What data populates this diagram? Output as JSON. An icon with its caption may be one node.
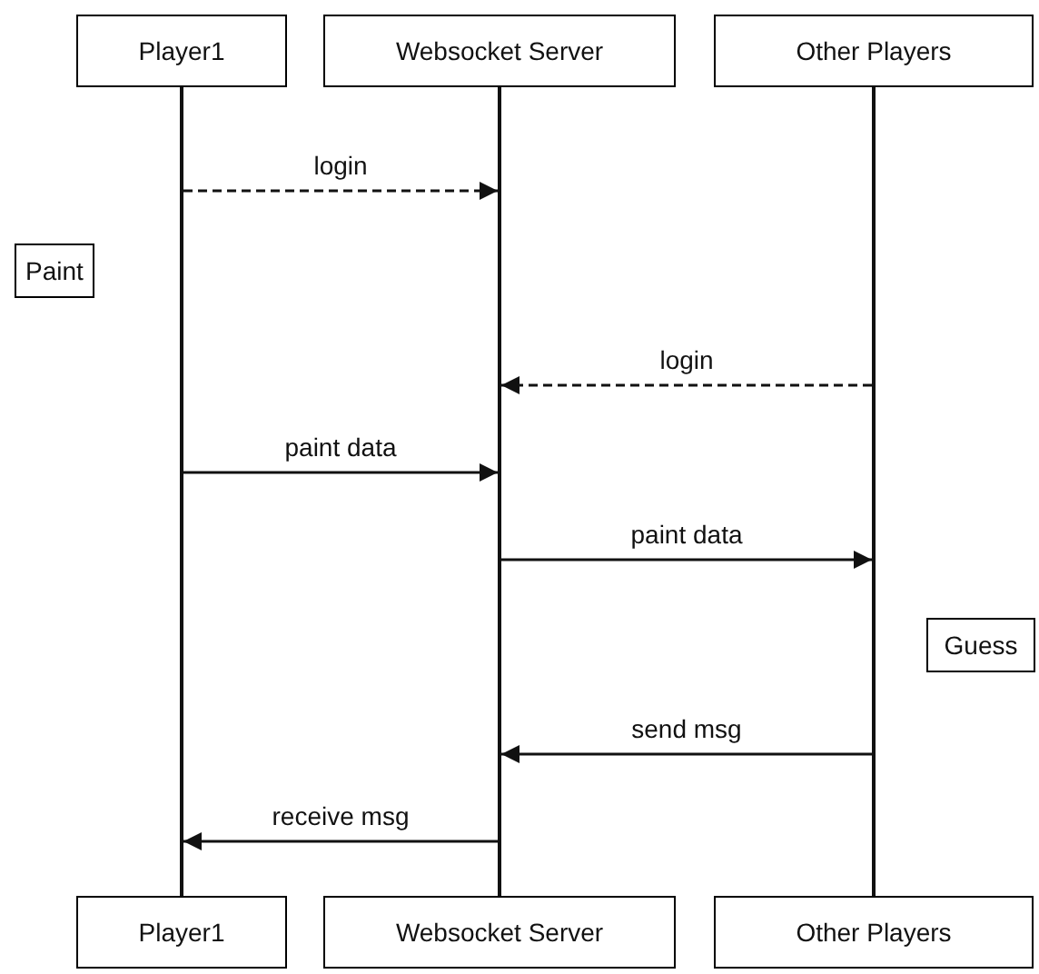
{
  "diagram": {
    "nodes": [
      {
        "text": [
          "Player1"
        ]
      },
      {
        "text": [
          "Websocket Server"
        ]
      },
      {
        "text": [
          "Other Players"
        ]
      },
      {
        "text": [
          "Paint"
        ]
      },
      {
        "text": [
          "Guess"
        ]
      },
      {
        "text": [
          "Player1"
        ]
      },
      {
        "text": [
          "Websocket Server"
        ]
      },
      {
        "text": [
          "Other Players"
        ]
      },
      {
        "text": [],
        "shape": "bar"
      },
      {
        "text": [],
        "shape": "bar"
      },
      {
        "text": [],
        "shape": "bar"
      }
    ],
    "edges": [
      {
        "from": 8,
        "to": 9,
        "arrow": "to",
        "label": "login",
        "style": "dashed"
      },
      {
        "from": 10,
        "to": 9,
        "arrow": "to",
        "label": "login",
        "style": "dashed"
      },
      {
        "from": 8,
        "to": 9,
        "arrow": "to",
        "label": "paint data"
      },
      {
        "from": 9,
        "to": 10,
        "arrow": "to",
        "label": "paint data"
      },
      {
        "from": 10,
        "to": 9,
        "arrow": "to",
        "label": "send msg"
      },
      {
        "from": 9,
        "to": 8,
        "arrow": "to",
        "label": "receive msg"
      }
    ]
  }
}
